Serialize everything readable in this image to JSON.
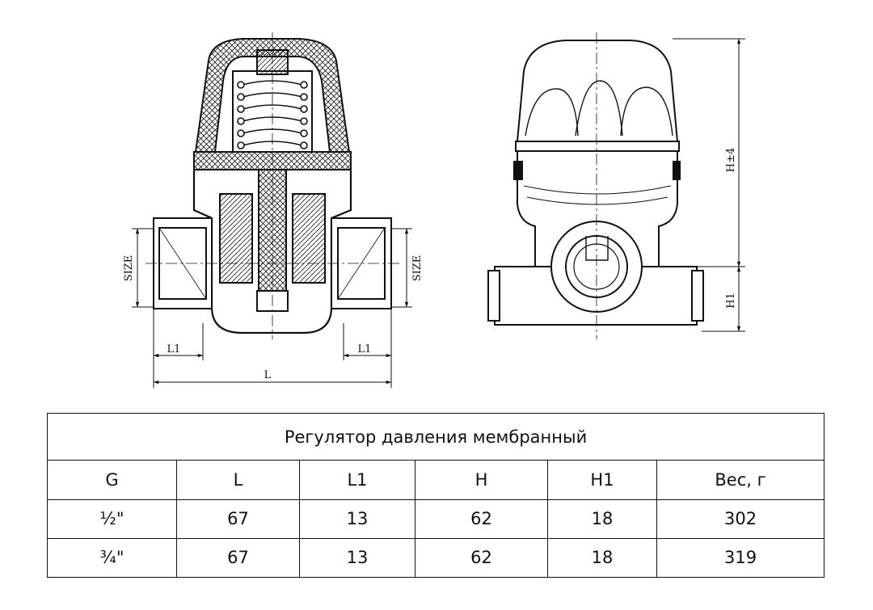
{
  "drawing": {
    "labels": {
      "size_left": "SIZE",
      "size_right": "SIZE",
      "l1_left": "L1",
      "l1_right": "L1",
      "l": "L",
      "h": "H±4",
      "h1": "H1"
    }
  },
  "table": {
    "title": "Регулятор давления мембранный",
    "headers": [
      "G",
      "L",
      "L1",
      "H",
      "H1",
      "Вес, г"
    ],
    "rows": [
      [
        "½\"",
        "67",
        "13",
        "62",
        "18",
        "302"
      ],
      [
        "¾\"",
        "67",
        "13",
        "62",
        "18",
        "319"
      ]
    ]
  }
}
